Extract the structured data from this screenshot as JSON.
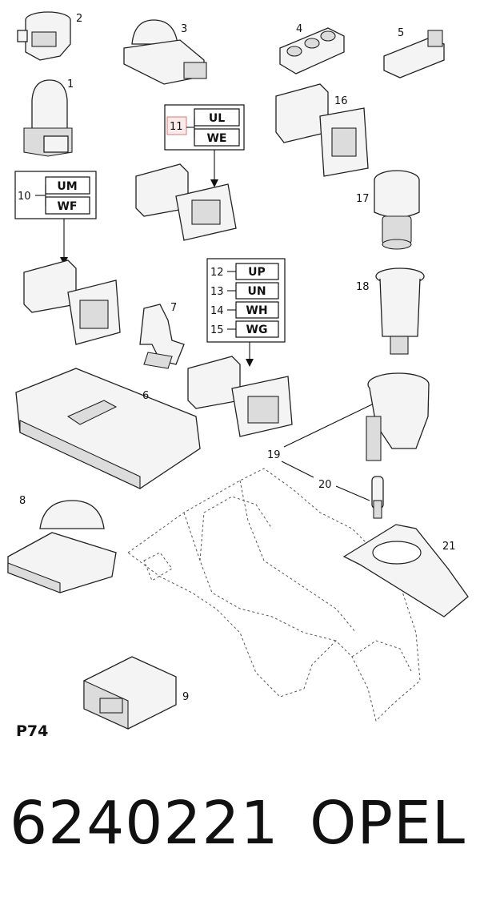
{
  "callouts": {
    "c1": "1",
    "c2": "2",
    "c3": "3",
    "c4": "4",
    "c5": "5",
    "c6": "6",
    "c7": "7",
    "c8": "8",
    "c9": "9",
    "c10": "10",
    "c11": "11",
    "c12": "12",
    "c13": "13",
    "c14": "14",
    "c15": "15",
    "c16": "16",
    "c17": "17",
    "c18": "18",
    "c19": "19",
    "c20": "20",
    "c21": "21"
  },
  "variant_codes": {
    "ul": "UL",
    "we": "WE",
    "um": "UM",
    "wf": "WF",
    "up": "UP",
    "un": "UN",
    "wh": "WH",
    "wg": "WG"
  },
  "footer": {
    "page_code": "P74",
    "part_number": "6240221",
    "brand": "OPEL"
  }
}
